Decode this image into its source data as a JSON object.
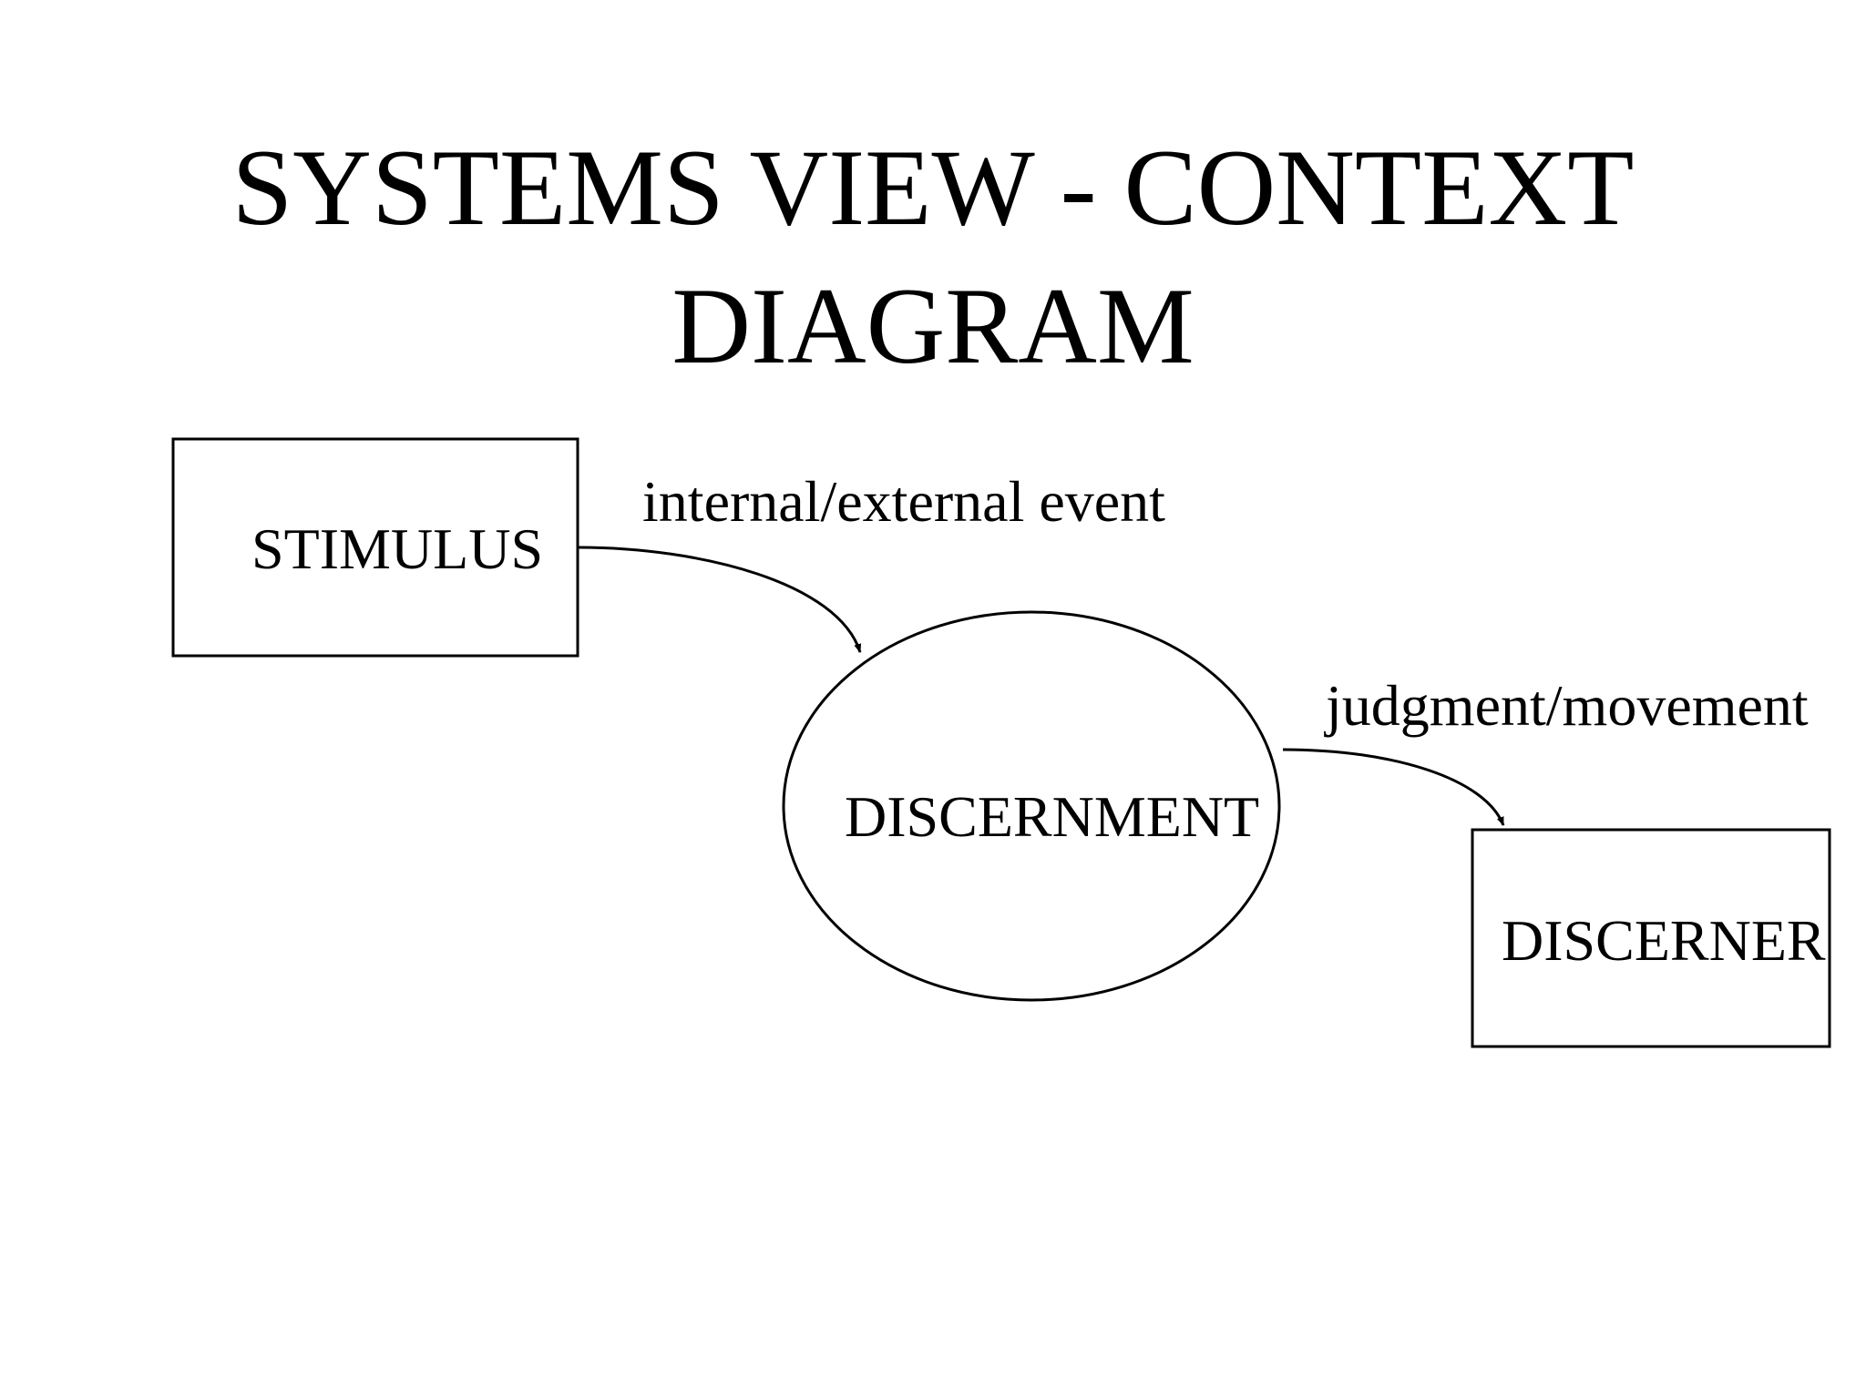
{
  "title": {
    "line1": "SYSTEMS VIEW - CONTEXT",
    "line2": "DIAGRAM"
  },
  "nodes": {
    "stimulus": "STIMULUS",
    "discernment": "DISCERNMENT",
    "discerner": "DISCERNER"
  },
  "flows": {
    "event": "internal/external event",
    "judgment": "judgment/movement"
  },
  "colors": {
    "background": "#ffffff",
    "stroke": "#000000",
    "text": "#000000"
  }
}
